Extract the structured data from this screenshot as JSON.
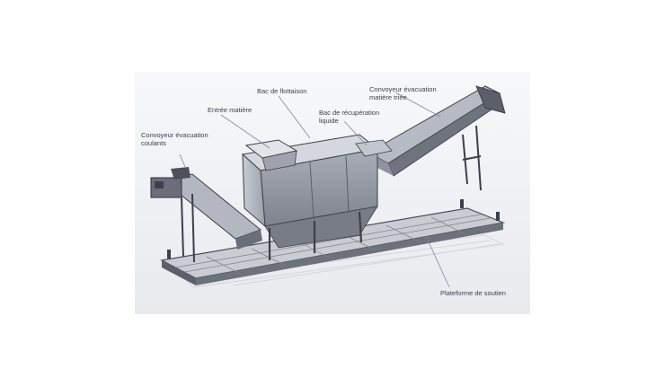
{
  "labels": {
    "entree": "Entrée matière",
    "flottaison": "Bac de flottaison",
    "recuperation_1": "Bac de récupération",
    "recuperation_2": "liquide",
    "conv_coulants_1": "Convoyeur évacuation",
    "conv_coulants_2": "coulants",
    "conv_triee_1": "Convoyeur évacuation",
    "conv_triee_2": "matière triée",
    "plateforme": "Plateforme de soutien"
  },
  "colors": {
    "background": "#f3f4f7",
    "steel_light": "#b9bdc7",
    "steel_mid": "#8e939d",
    "steel_dark": "#3c404a",
    "leader": "#7b8a9c"
  }
}
